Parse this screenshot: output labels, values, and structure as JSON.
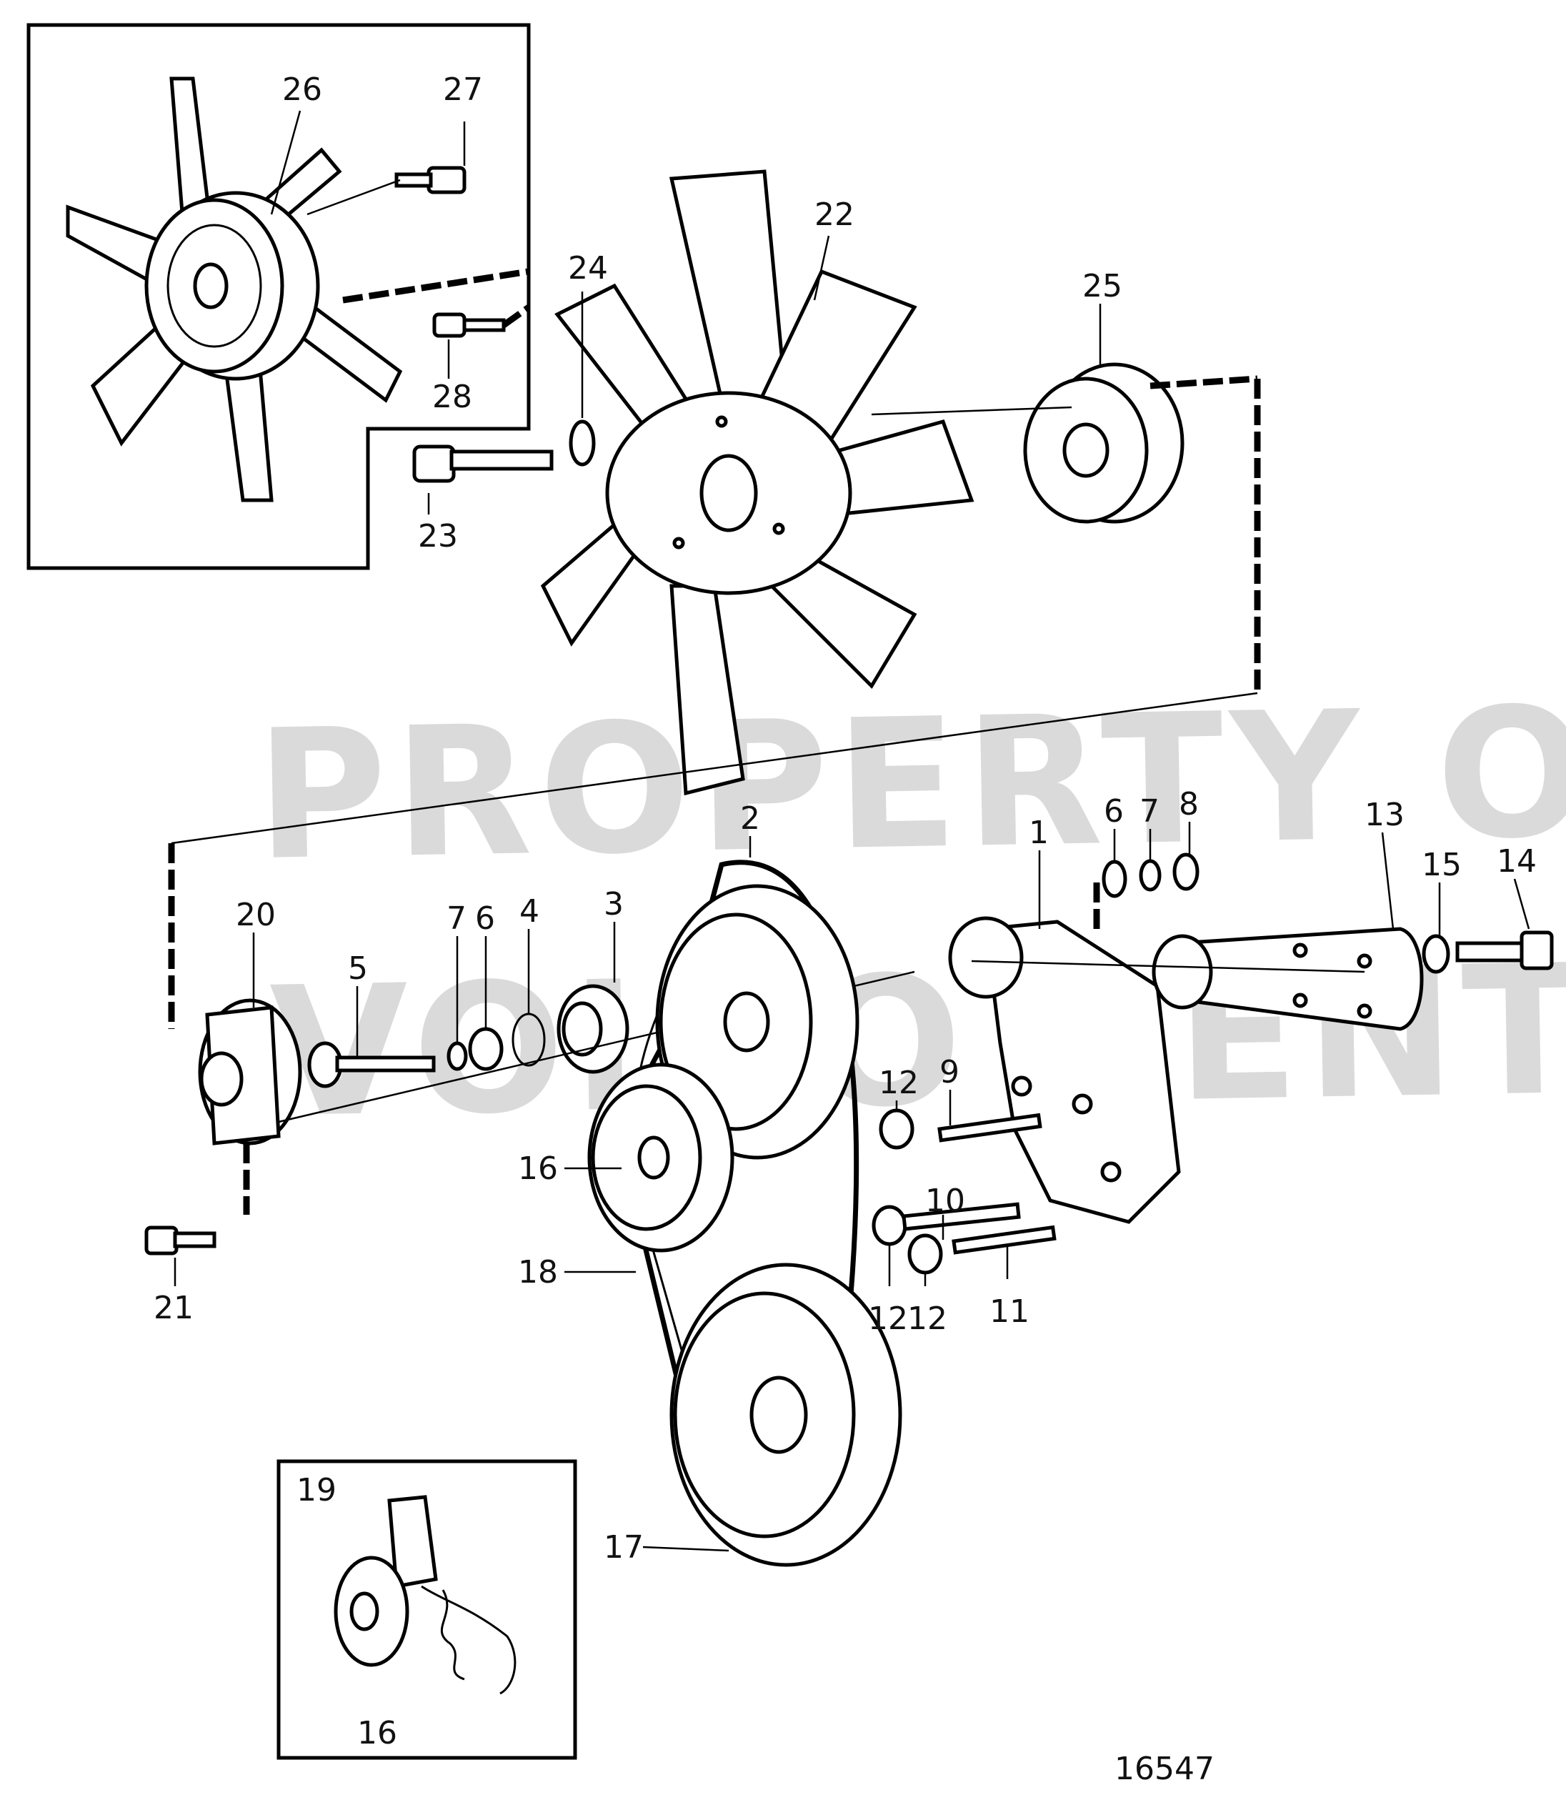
{
  "watermark": {
    "line1": "PROPERTY OF",
    "line2": "VOLVO PENTA"
  },
  "drawing_number": "16547",
  "callouts": {
    "c1": "1",
    "c2": "2",
    "c3": "3",
    "c4": "4",
    "c5": "5",
    "c6a": "6",
    "c6b": "6",
    "c7a": "7",
    "c7b": "7",
    "c8": "8",
    "c9": "9",
    "c10": "10",
    "c11": "11",
    "c12a": "12",
    "c12b": "12",
    "c12c": "12",
    "c13": "13",
    "c14": "14",
    "c15": "15",
    "c16a": "16",
    "c16b": "16",
    "c17": "17",
    "c18": "18",
    "c19": "19",
    "c20": "20",
    "c21": "21",
    "c22": "22",
    "c23": "23",
    "c24": "24",
    "c25": "25",
    "c26": "26",
    "c27": "27",
    "c28": "28"
  },
  "icons": [
    "fan-icon",
    "pulley-icon",
    "belt-icon",
    "bracket-icon",
    "bolt-icon",
    "washer-icon",
    "nut-icon",
    "bearing-icon",
    "hub-icon",
    "spring-tensioner-icon"
  ]
}
